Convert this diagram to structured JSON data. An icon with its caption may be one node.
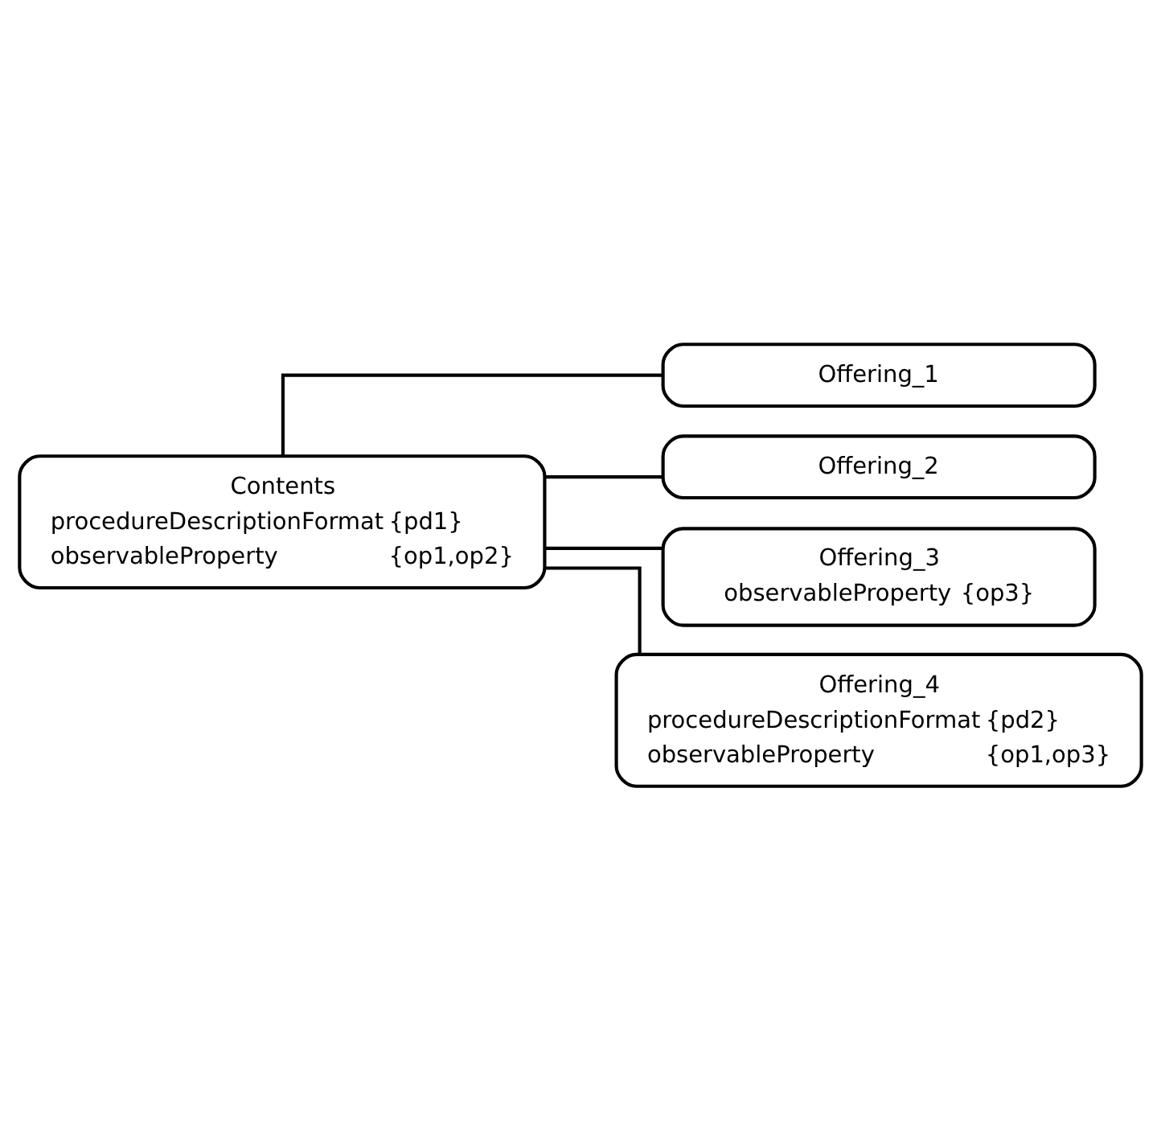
{
  "diagram": {
    "nodes": [
      {
        "text": [
          "Contents",
          "procedureDescriptionFormat",
          "{pd1}",
          "observableProperty",
          "{op1,op2}"
        ]
      },
      {
        "text": [
          "Offering_1"
        ]
      },
      {
        "text": [
          "Offering_2"
        ]
      },
      {
        "text": [
          "Offering_3",
          "observableProperty",
          "{op3}"
        ]
      },
      {
        "text": [
          "Offering_4",
          "procedureDescriptionFormat",
          "{pd2}",
          "observableProperty",
          "{op1,op3}"
        ]
      }
    ],
    "edges": [
      {
        "from": 0,
        "to": 1,
        "arrow": "none"
      },
      {
        "from": 0,
        "to": 2,
        "arrow": "none"
      },
      {
        "from": 0,
        "to": 3,
        "arrow": "none"
      },
      {
        "from": 0,
        "to": 4,
        "arrow": "none"
      }
    ]
  }
}
